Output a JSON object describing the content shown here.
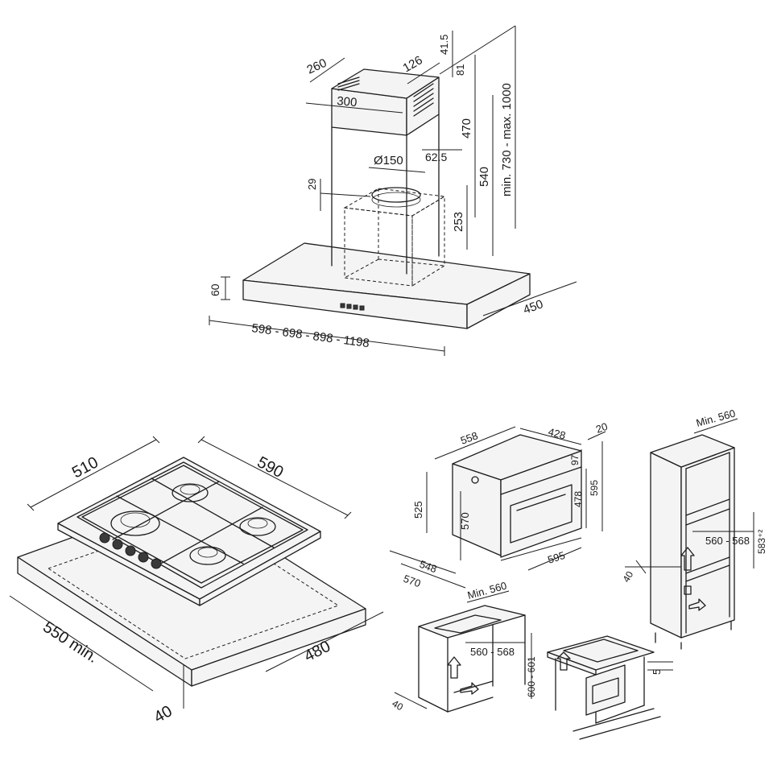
{
  "hood": {
    "width_range": "598 - 698 - 898 - 1198",
    "depth": "450",
    "canopy_height": "60",
    "chimney_width": "300",
    "chimney_depth": "260",
    "bracket_depth": "126",
    "top_offset": "41.5",
    "bracket_height": "81",
    "upper_chimney": "470",
    "lower_chimney": "540",
    "total_height": "min. 730 - max. 1000",
    "outlet_diameter": "Ø150",
    "outlet_offset": "62.5",
    "outlet_height": "29",
    "inner_height": "253"
  },
  "hob": {
    "depth": "510",
    "width": "590",
    "cutout_min": "550 min.",
    "cutout_depth": "480",
    "front_clearance": "40"
  },
  "oven": {
    "width": "558",
    "depth": "428",
    "door_thickness": "20",
    "panel_height": "97",
    "cavity_height": "478",
    "total_height": "595",
    "body_height": "525",
    "inner_height": "570",
    "front_width": "595",
    "side_depth": "548",
    "overall_depth": "570"
  },
  "column": {
    "min_width": "Min. 560",
    "niche_width": "560 - 568",
    "niche_height": "583⁺²",
    "clearance": "40"
  },
  "undercounter": {
    "min_width": "Min. 560",
    "niche_width": "560 - 568",
    "niche_height": "600 - 601",
    "clearance": "40"
  },
  "under_hob": {
    "gap": "5"
  }
}
